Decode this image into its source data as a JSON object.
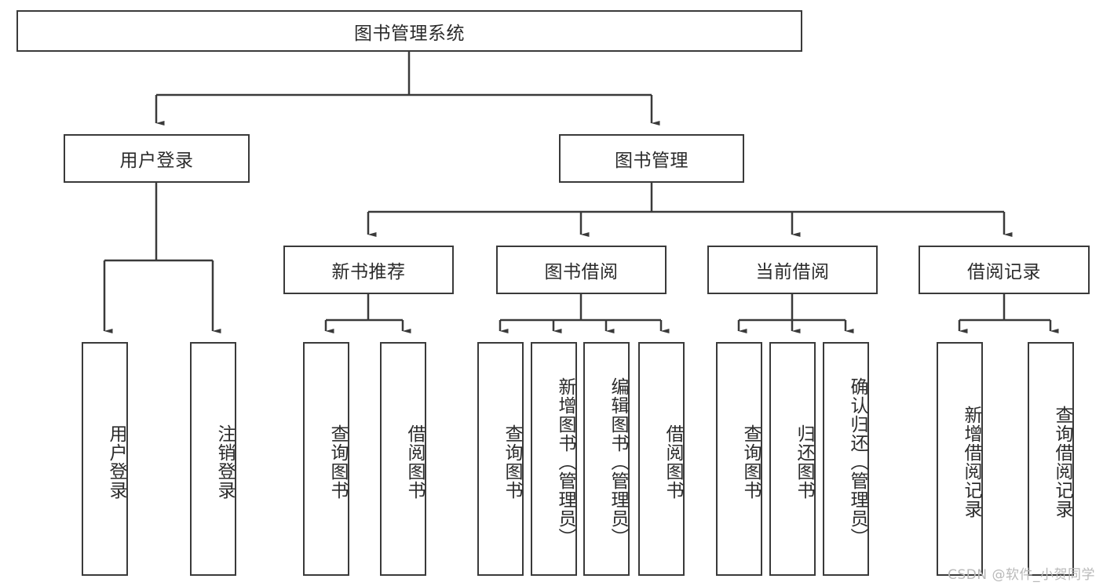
{
  "diagram": {
    "title": "图书管理系统",
    "type": "tree",
    "colors": {
      "stroke": "#3a3a3a",
      "fill": "#ffffff",
      "text": "#2b2b2b",
      "watermark": "#b9b9b9"
    },
    "root": {
      "label": "图书管理系统"
    },
    "level2": [
      {
        "label": "用户登录"
      },
      {
        "label": "图书管理"
      }
    ],
    "level3": [
      {
        "label": "新书推荐"
      },
      {
        "label": "图书借阅"
      },
      {
        "label": "当前借阅"
      },
      {
        "label": "借阅记录"
      }
    ],
    "leaves": [
      {
        "label": "用户登录",
        "parent": "用户登录"
      },
      {
        "label": "注销登录",
        "parent": "用户登录"
      },
      {
        "label": "查询图书",
        "parent": "新书推荐"
      },
      {
        "label": "借阅图书",
        "parent": "新书推荐"
      },
      {
        "label": "查询图书",
        "parent": "图书借阅"
      },
      {
        "label": "新增图书（管理员）",
        "parent": "图书借阅"
      },
      {
        "label": "编辑图书（管理员）",
        "parent": "图书借阅"
      },
      {
        "label": "借阅图书",
        "parent": "图书借阅"
      },
      {
        "label": "查询图书",
        "parent": "当前借阅"
      },
      {
        "label": "归还图书",
        "parent": "当前借阅"
      },
      {
        "label": "确认归还（管理员）",
        "parent": "当前借阅"
      },
      {
        "label": "新增借阅记录",
        "parent": "借阅记录"
      },
      {
        "label": "查询借阅记录",
        "parent": "借阅记录"
      }
    ],
    "watermark": "CSDN @软件_小贺同学"
  }
}
